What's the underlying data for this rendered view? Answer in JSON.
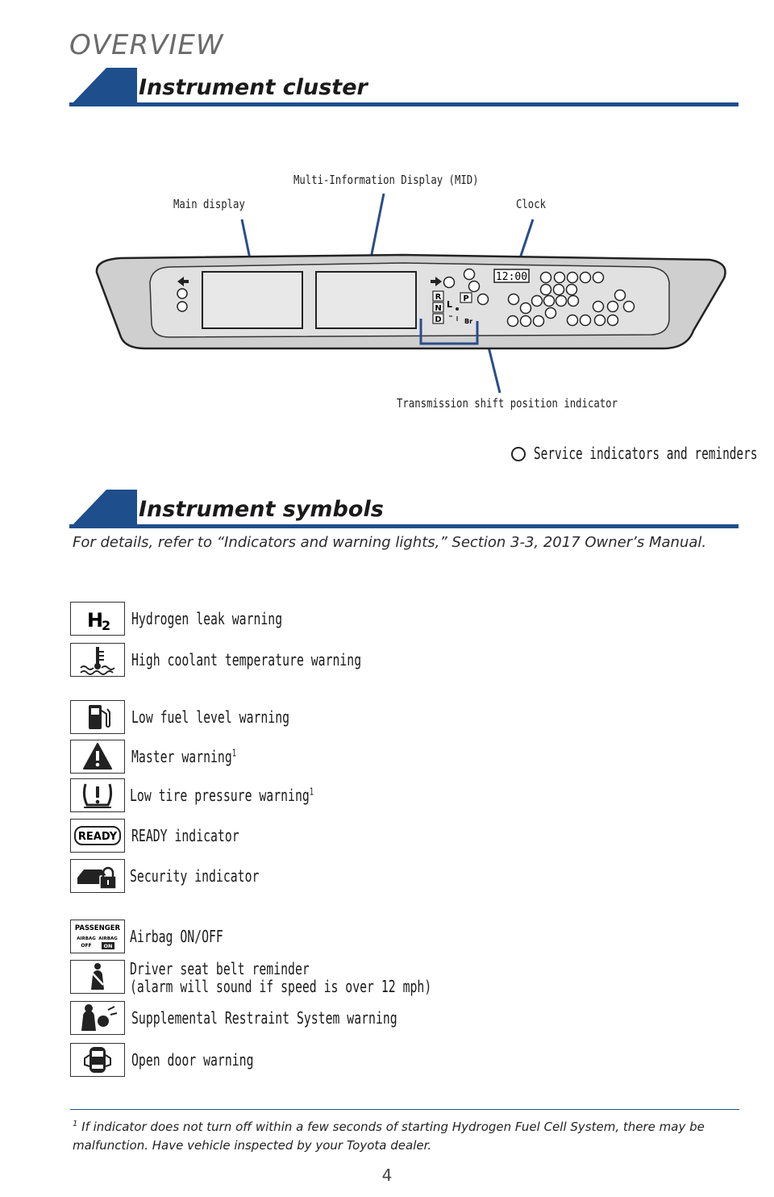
{
  "page": {
    "section": "OVERVIEW",
    "page_number": "4"
  },
  "cluster": {
    "heading": "Instrument cluster",
    "callouts": {
      "main_display": "Main display",
      "mid": "Multi-Information Display (MID)",
      "clock": "Clock",
      "transmission": "Transmission shift position indicator"
    },
    "clock_readout": "12:00",
    "legend": "Service indicators and reminders"
  },
  "symbols": {
    "heading": "Instrument symbols",
    "intro": "For details, refer to “Indicators and warning lights,” Section 3-3, 2017 Owner’s Manual.",
    "items": [
      {
        "label": "Hydrogen leak warning",
        "icon": "hydrogen-icon"
      },
      {
        "label": "High coolant temperature warning",
        "icon": "coolant-temp-icon"
      },
      {
        "label": "Low fuel level warning",
        "icon": "fuel-pump-icon"
      },
      {
        "label": "Master warning",
        "sup": "1",
        "icon": "master-warning-icon"
      },
      {
        "label": "Low tire pressure warning",
        "sup": "1",
        "icon": "tire-pressure-icon"
      },
      {
        "label": "READY indicator",
        "icon": "ready-icon"
      },
      {
        "label": "Security indicator",
        "icon": "security-icon"
      },
      {
        "label": "Airbag ON/OFF",
        "icon": "airbag-onoff-icon"
      },
      {
        "label": "Driver seat belt reminder",
        "label2": "(alarm will sound if speed is over 12 mph)",
        "icon": "seatbelt-icon"
      },
      {
        "label": "Supplemental Restraint System warning",
        "icon": "srs-icon"
      },
      {
        "label": "Open door warning",
        "icon": "open-door-icon"
      }
    ],
    "icon_text": {
      "h2": "H",
      "h2_sub": "2",
      "ready": "READY",
      "passenger": "PASSENGER",
      "airbag": "AIRBAG",
      "off": "OFF",
      "on": "ON"
    }
  },
  "shift": {
    "r": "R",
    "n": "N",
    "d": "D",
    "p": "P",
    "l": "L",
    "br": "Br"
  },
  "footnote": {
    "marker": "1",
    "text": "If indicator does not turn off within a few seconds of starting Hydrogen Fuel Cell System, there may be malfunction. Have vehicle inspected by your Toyota dealer."
  },
  "colors": {
    "accent_blue": "#1f4e8c",
    "cluster_gray": "#cfcfcf"
  }
}
